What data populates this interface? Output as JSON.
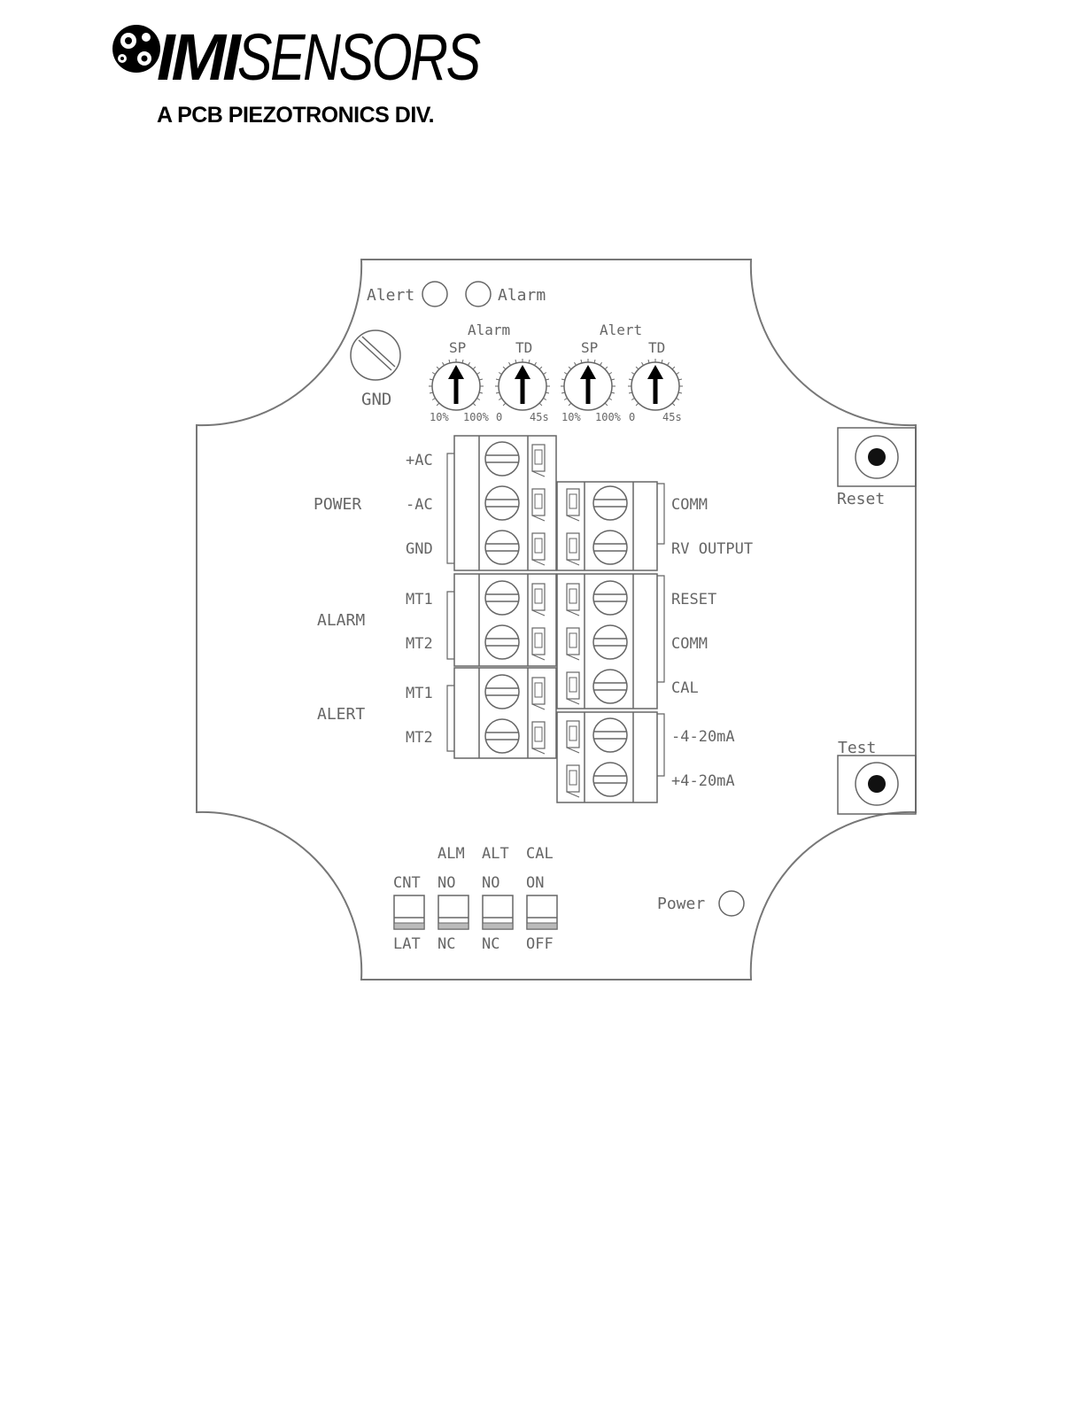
{
  "logo": {
    "brand_bold": "IMI",
    "brand_rest": "SENSORS",
    "division": "A PCB PIEZOTRONICS DIV."
  },
  "leds": {
    "alert": "Alert",
    "alarm": "Alarm",
    "power": "Power"
  },
  "gnd_screw": "GND",
  "pots": {
    "alarm_group": "Alarm",
    "alert_group": "Alert",
    "items": [
      {
        "label": "SP",
        "min": "10%",
        "max": "100%"
      },
      {
        "label": "TD",
        "min": "0",
        "max": "45s"
      },
      {
        "label": "SP",
        "min": "10%",
        "max": "100%"
      },
      {
        "label": "TD",
        "min": "0",
        "max": "45s"
      }
    ]
  },
  "buttons": {
    "reset": "Reset",
    "test": "Test"
  },
  "left_terminals": {
    "groups": [
      "POWER",
      "ALARM",
      "ALERT"
    ],
    "pins": [
      "+AC",
      "-AC",
      "GND",
      "MT1",
      "MT2",
      "MT1",
      "MT2"
    ]
  },
  "right_terminals": {
    "pins": [
      "COMM",
      "RV OUTPUT",
      "RESET",
      "COMM",
      "CAL",
      "-4-20mA",
      "+4-20mA"
    ]
  },
  "dip_switches": {
    "headers": [
      "",
      "ALM",
      "ALT",
      "CAL"
    ],
    "top": [
      "CNT",
      "NO",
      "NO",
      "ON"
    ],
    "bottom": [
      "LAT",
      "NC",
      "NC",
      "OFF"
    ]
  }
}
